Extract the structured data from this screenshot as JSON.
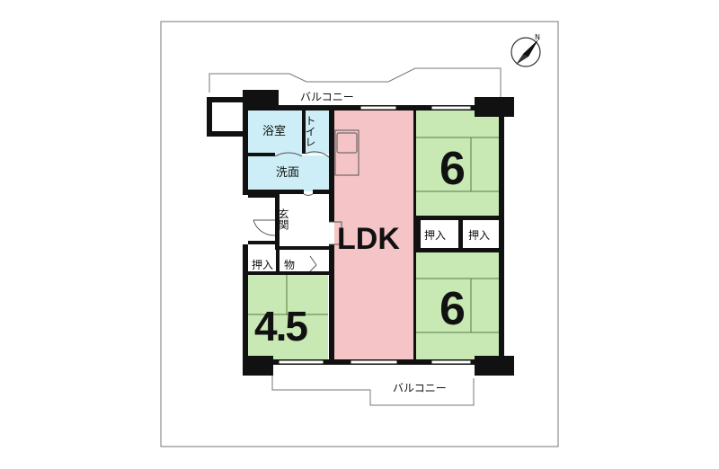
{
  "compass": {
    "north_label": "N"
  },
  "balcony": {
    "top": "バルコニー",
    "bottom": "バルコニー"
  },
  "rooms": {
    "bath": "浴室",
    "toilet": "トイレ",
    "washroom": "洗面",
    "entrance": "玄関",
    "storage": "物",
    "closet_left": "押入",
    "closet_mid_left": "押入",
    "closet_mid_right": "押入",
    "ldk": "LDK",
    "room_left": "4.5",
    "room_top_right": "6",
    "room_bottom_right": "6"
  },
  "colors": {
    "tatami": "#c8e8b4",
    "ldk": "#f5c4c6",
    "wet_area": "#cdeef6",
    "wall": "#111111",
    "outline": "#666666"
  }
}
